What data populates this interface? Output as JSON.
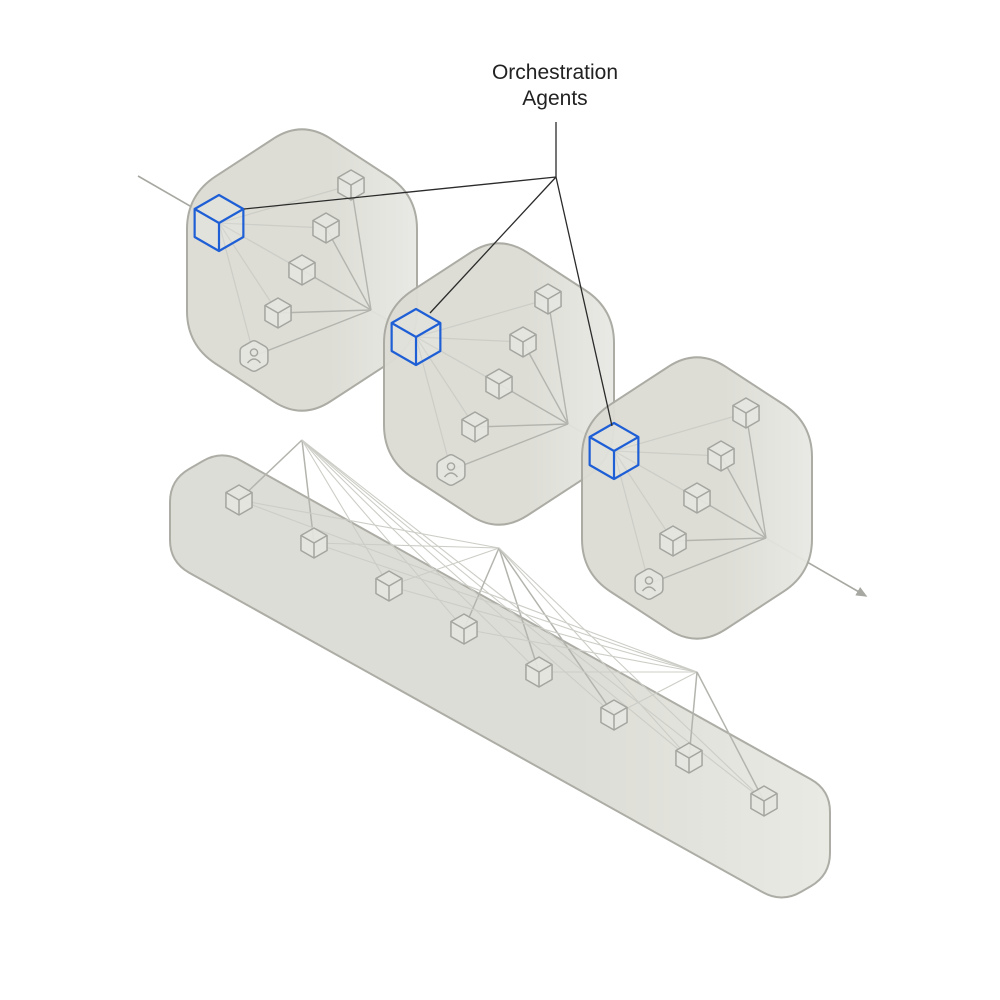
{
  "callout": {
    "line1": "Orchestration",
    "line2": "Agents",
    "target_count": 3
  },
  "colors": {
    "background": "#ffffff",
    "container_fill": "#dcdcd5",
    "container_stroke": "#a9a9a2",
    "node_stroke": "#a5a5a0",
    "edge": "#b4b4ae",
    "edge_faint": "#cdcdc7",
    "orchestrator": "#1f5fd6",
    "callout_line": "#2b2b2b",
    "axis": "#a8a8a2"
  },
  "icons": {
    "orchestrator": "cube-icon",
    "agent": "cube-icon",
    "human": "user-hexagon-icon"
  },
  "clusters": [
    {
      "orchestrator": "cube-icon",
      "agents": [
        "cube-icon",
        "cube-icon",
        "cube-icon",
        "cube-icon"
      ],
      "human": "user-hexagon-icon"
    },
    {
      "orchestrator": "cube-icon",
      "agents": [
        "cube-icon",
        "cube-icon",
        "cube-icon",
        "cube-icon"
      ],
      "human": "user-hexagon-icon"
    },
    {
      "orchestrator": "cube-icon",
      "agents": [
        "cube-icon",
        "cube-icon",
        "cube-icon",
        "cube-icon"
      ],
      "human": "user-hexagon-icon"
    }
  ],
  "tool_tray": {
    "items": 8,
    "icon": "cube-icon"
  }
}
